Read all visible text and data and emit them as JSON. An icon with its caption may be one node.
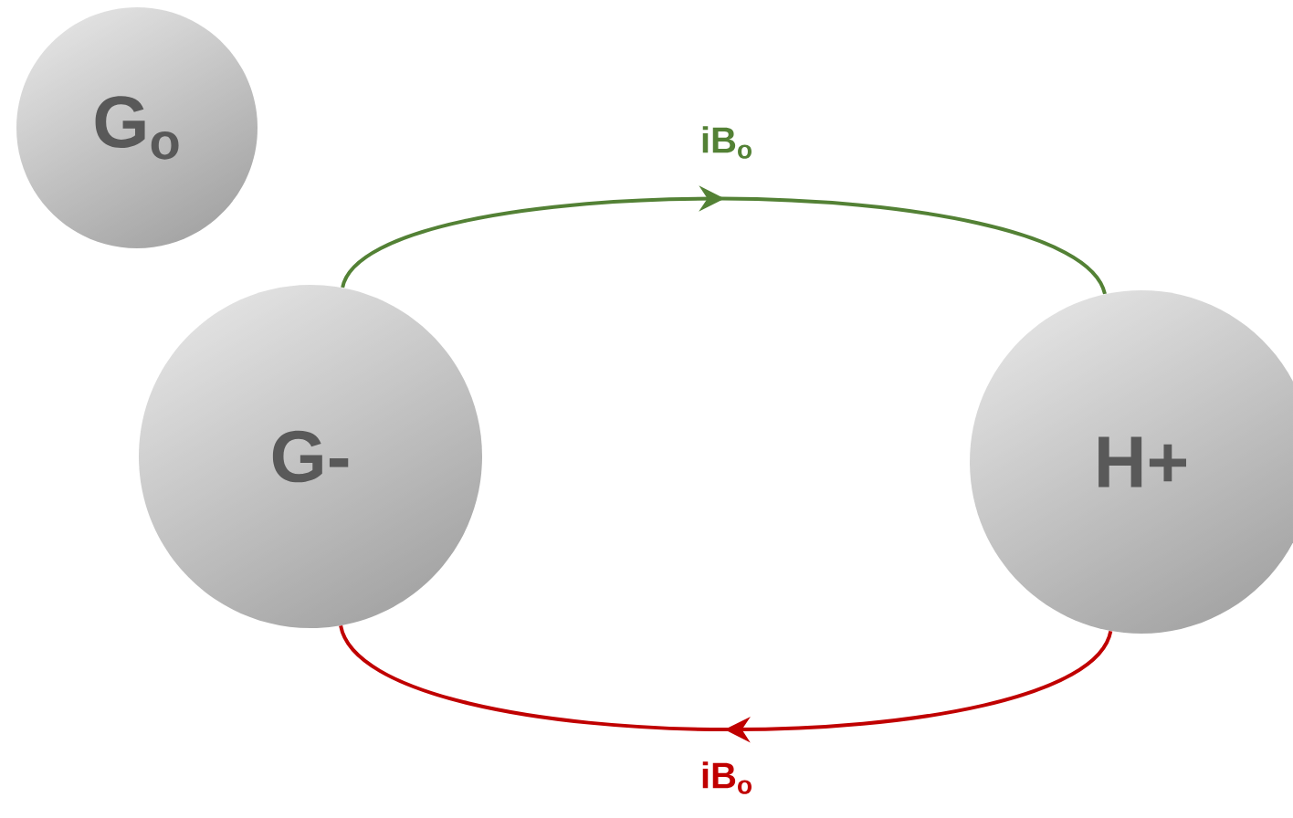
{
  "diagram": {
    "nodes": [
      {
        "text": [
          "G$_{o}$"
        ]
      },
      {
        "text": [
          "G-"
        ]
      },
      {
        "text": [
          "H+"
        ]
      }
    ],
    "edges": [
      {
        "from": 1,
        "to": 2,
        "arrow": "to",
        "label": "iB$_{o}$",
        "color": "#538135"
      },
      {
        "from": 2,
        "to": 1,
        "arrow": "to",
        "label": "iB$_{o}$",
        "color": "#c00000"
      }
    ]
  }
}
